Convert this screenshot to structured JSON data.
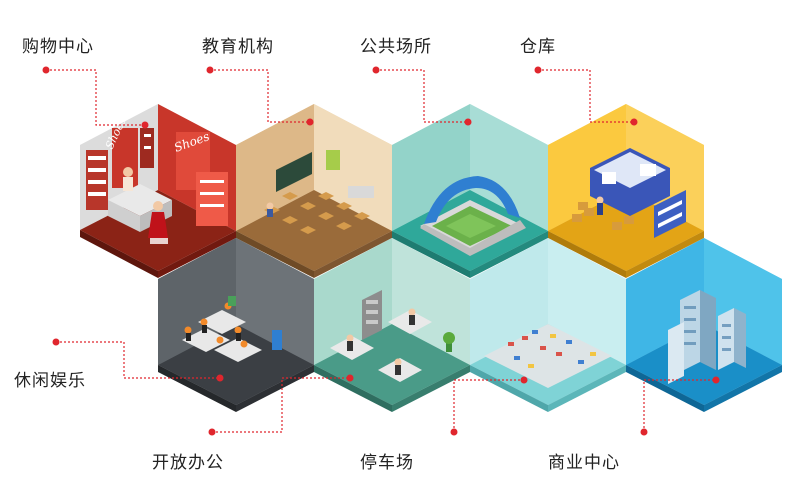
{
  "labels": {
    "shopping_center": "购物中心",
    "education": "教育机构",
    "public_venue": "公共场所",
    "warehouse": "仓库",
    "leisure": "休闲娱乐",
    "open_office": "开放办公",
    "parking": "停车场",
    "commercial_center": "商业中心"
  },
  "shop_signs": [
    "Shoes",
    "Shoes"
  ],
  "colors": {
    "connector": "#e0262d",
    "shopping_floor": "#8b2316",
    "shopping_wall": "#c8362a",
    "education_floor": "#9a6b3a",
    "education_wall": "#e9c99a",
    "public_floor": "#2fa89a",
    "public_wall": "#a8ddd6",
    "warehouse_floor": "#e3a416",
    "warehouse_wall": "#fbd05a",
    "leisure_floor": "#3b3f44",
    "leisure_wall": "#6d7378",
    "office_floor": "#4a9b88",
    "office_wall": "#bfe3da",
    "parking_floor": "#7fd3d6",
    "parking_wall": "#c9eef0",
    "commercial_floor": "#1a8fc8",
    "commercial_wall": "#4fc3ea"
  }
}
